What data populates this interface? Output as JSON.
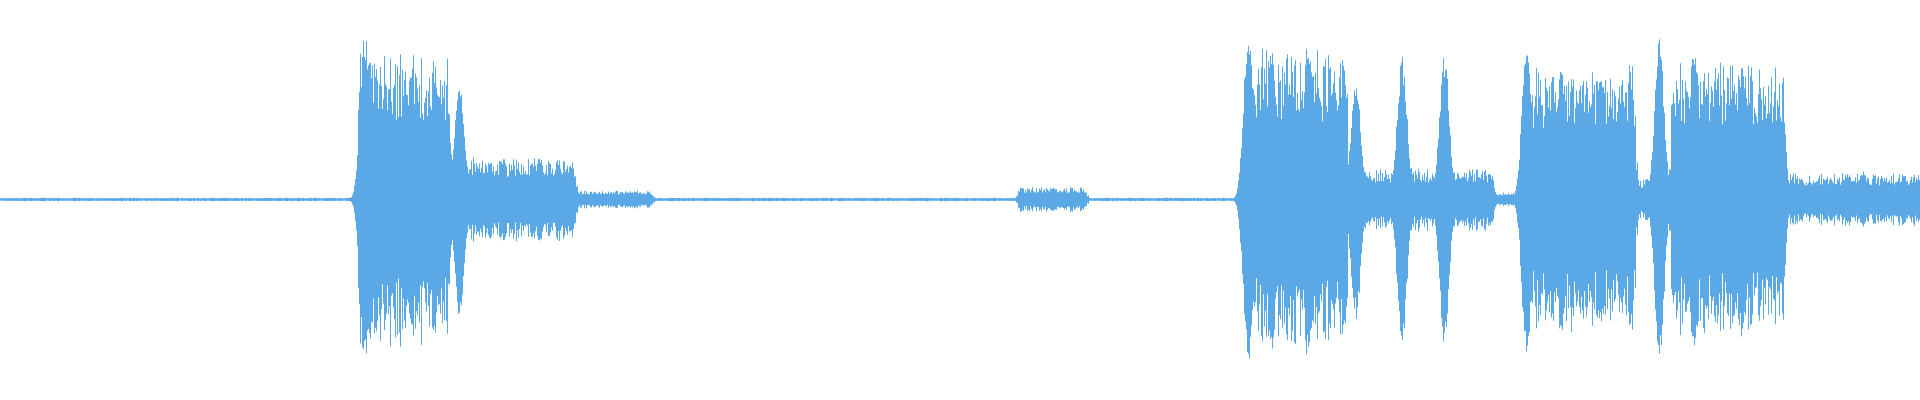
{
  "waveform": {
    "color": "#5aa9e6",
    "background": "#ffffff",
    "segments": [
      {
        "start": 0.0,
        "end": 0.186,
        "level": 0.01
      },
      {
        "start": 0.186,
        "end": 0.234,
        "level": 0.82
      },
      {
        "start": 0.234,
        "end": 0.3,
        "level": 0.24
      },
      {
        "start": 0.3,
        "end": 0.34,
        "level": 0.05
      },
      {
        "start": 0.34,
        "end": 0.53,
        "level": 0.01
      },
      {
        "start": 0.53,
        "end": 0.566,
        "level": 0.07
      },
      {
        "start": 0.566,
        "end": 0.648,
        "level": 0.01
      },
      {
        "start": 0.648,
        "end": 0.702,
        "level": 0.85
      },
      {
        "start": 0.702,
        "end": 0.778,
        "level": 0.18
      },
      {
        "start": 0.778,
        "end": 0.793,
        "level": 0.04
      },
      {
        "start": 0.793,
        "end": 0.852,
        "level": 0.75
      },
      {
        "start": 0.852,
        "end": 0.87,
        "level": 0.12
      },
      {
        "start": 0.87,
        "end": 0.93,
        "level": 0.76
      },
      {
        "start": 0.93,
        "end": 1.0,
        "level": 0.15
      }
    ],
    "peaks": [
      {
        "position": 0.19,
        "level": 0.98
      },
      {
        "position": 0.203,
        "level": 0.62
      },
      {
        "position": 0.214,
        "level": 0.74
      },
      {
        "position": 0.227,
        "level": 0.66
      },
      {
        "position": 0.239,
        "level": 0.7
      },
      {
        "position": 0.281,
        "level": 0.25
      },
      {
        "position": 0.65,
        "level": 0.96
      },
      {
        "position": 0.662,
        "level": 0.84
      },
      {
        "position": 0.681,
        "level": 0.95
      },
      {
        "position": 0.706,
        "level": 0.7
      },
      {
        "position": 0.73,
        "level": 0.84
      },
      {
        "position": 0.752,
        "level": 0.85
      },
      {
        "position": 0.795,
        "level": 0.93
      },
      {
        "position": 0.813,
        "level": 0.78
      },
      {
        "position": 0.834,
        "level": 0.7
      },
      {
        "position": 0.864,
        "level": 0.9
      },
      {
        "position": 0.882,
        "level": 0.94
      },
      {
        "position": 0.907,
        "level": 0.8
      },
      {
        "position": 0.926,
        "level": 0.55
      },
      {
        "position": 0.97,
        "level": 0.16
      }
    ]
  }
}
